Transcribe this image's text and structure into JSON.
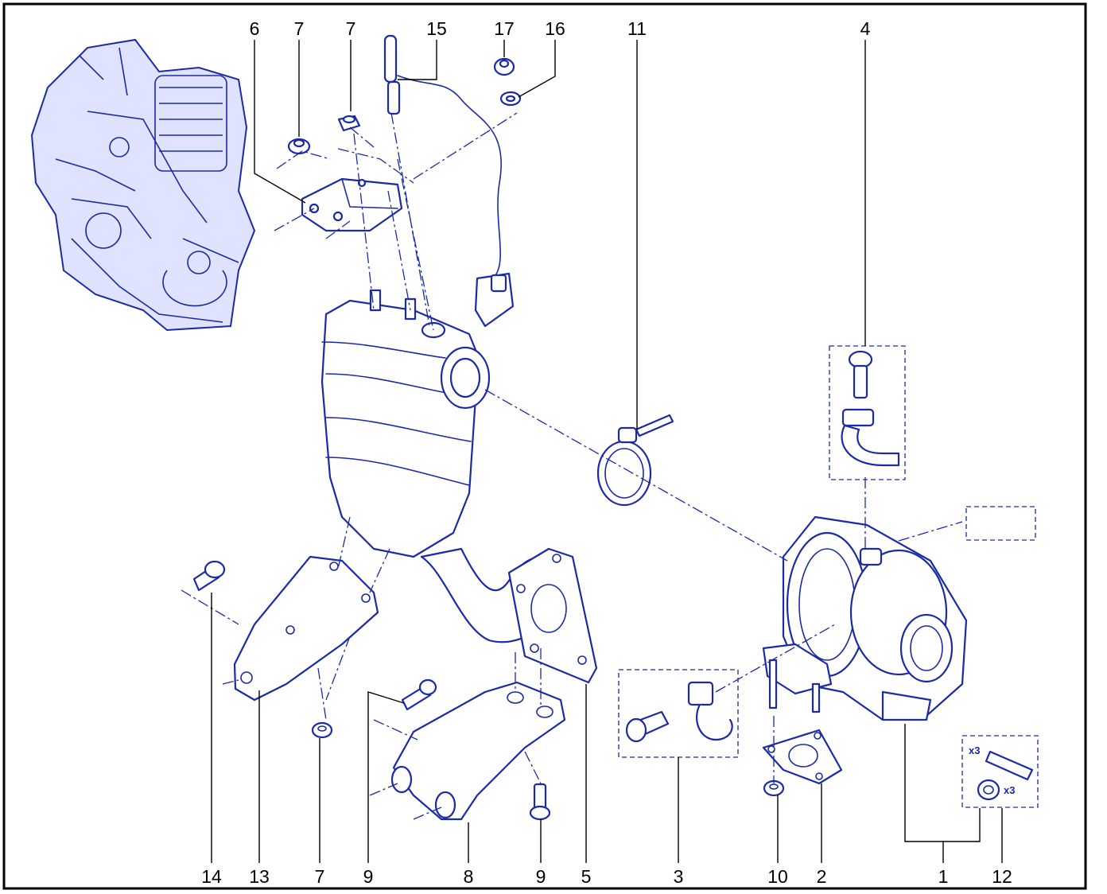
{
  "callouts_top": [
    "6",
    "7",
    "7",
    "15",
    "17",
    "16",
    "11",
    "4"
  ],
  "callouts_bottom": [
    "14",
    "13",
    "7",
    "9",
    "8",
    "9",
    "5",
    "3",
    "10",
    "2",
    "1",
    "12"
  ],
  "quantity_labels": [
    "x3",
    "x3"
  ],
  "colors": {
    "line": "#1b2aa5",
    "frame": "#000000",
    "engine_fill": "#dfe3ff"
  }
}
